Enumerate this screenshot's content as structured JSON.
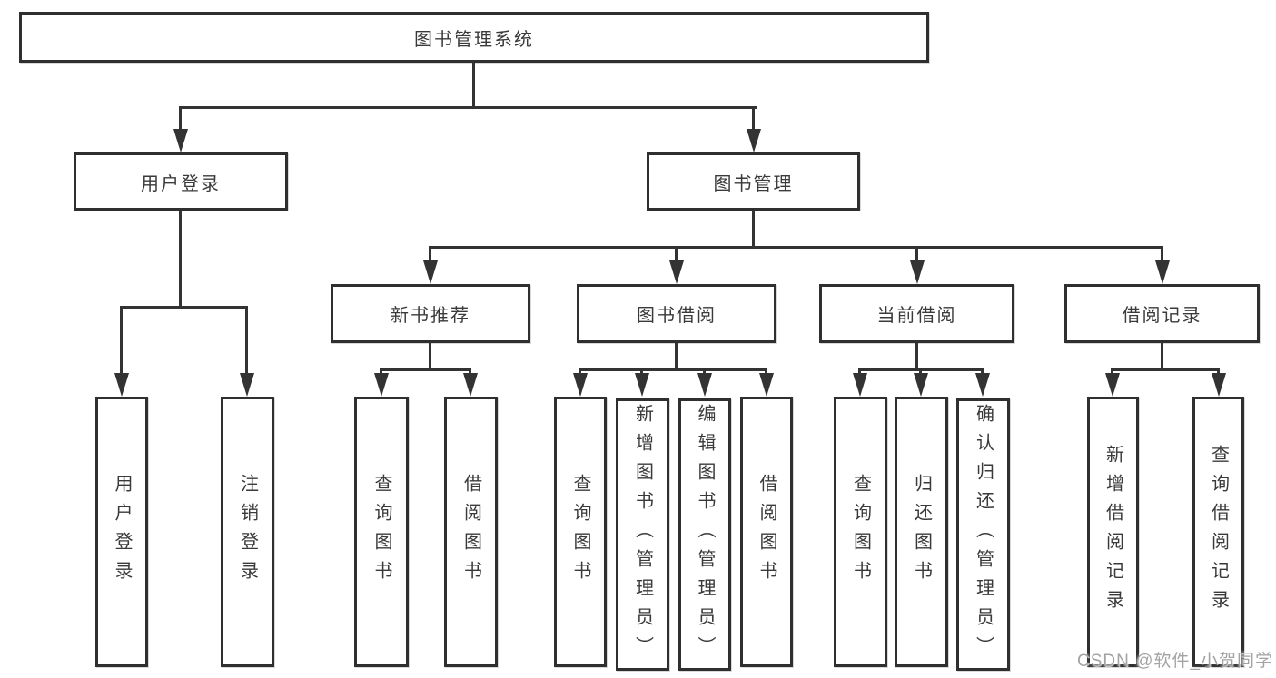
{
  "diagram": {
    "root": {
      "label": "图书管理系统"
    },
    "branches": [
      {
        "label": "用户登录",
        "children": [
          {
            "label": "用户登录"
          },
          {
            "label": "注销登录"
          }
        ]
      },
      {
        "label": "图书管理",
        "children": [
          {
            "label": "新书推荐",
            "children": [
              {
                "label": "查询图书"
              },
              {
                "label": "借阅图书"
              }
            ]
          },
          {
            "label": "图书借阅",
            "children": [
              {
                "label": "查询图书"
              },
              {
                "label": "新增图书（管理员）"
              },
              {
                "label": "编辑图书（管理员）"
              },
              {
                "label": "借阅图书"
              }
            ]
          },
          {
            "label": "当前借阅",
            "children": [
              {
                "label": "查询图书"
              },
              {
                "label": "归还图书"
              },
              {
                "label": "确认归还（管理员）"
              }
            ]
          },
          {
            "label": "借阅记录",
            "children": [
              {
                "label": "新增借阅记录"
              },
              {
                "label": "查询借阅记录"
              }
            ]
          }
        ]
      }
    ]
  },
  "watermark": {
    "text": "CSDN @软件_小贺同学"
  },
  "colors": {
    "line": "#333333",
    "border": "#2f2f2f",
    "text": "#3a3a3a",
    "watermark": "#a3a3a3",
    "background": "#ffffff"
  }
}
